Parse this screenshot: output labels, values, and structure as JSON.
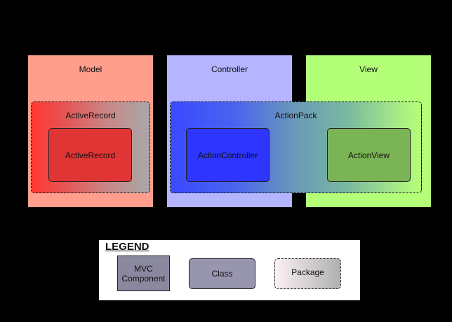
{
  "components": {
    "model": {
      "label": "Model",
      "color": "#ff9e8c"
    },
    "controller": {
      "label": "Controller",
      "color": "#b4b4ff"
    },
    "view": {
      "label": "View",
      "color": "#b4ff78"
    }
  },
  "packages": {
    "active_record": {
      "label": "ActiveRecord"
    },
    "action_pack": {
      "label": "ActionPack"
    }
  },
  "classes": {
    "active_record": {
      "label": "ActiveRecord",
      "color": "#e03535"
    },
    "action_controller": {
      "label": "ActionController",
      "color": "#2d35ff"
    },
    "action_view": {
      "label": "ActionView",
      "color": "#7bb455"
    }
  },
  "legend": {
    "title": "LEGEND",
    "mvc_component_line1": "MVC",
    "mvc_component_line2": "Component",
    "class": "Class",
    "package": "Package"
  }
}
